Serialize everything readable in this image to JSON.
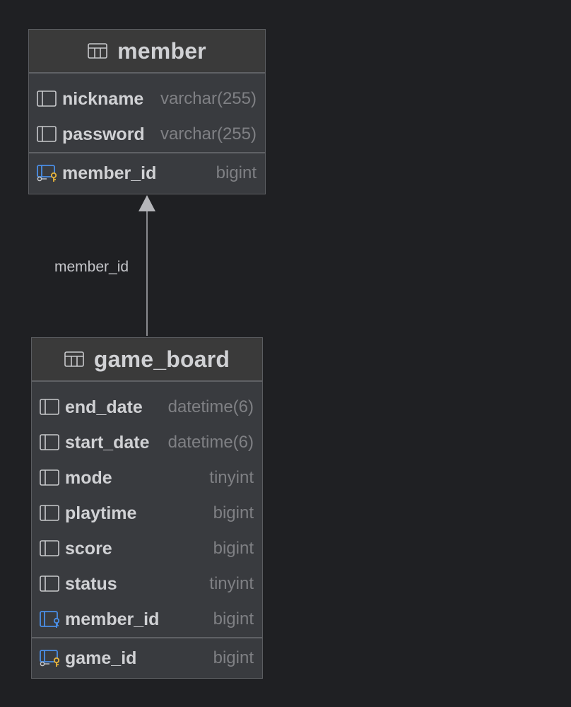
{
  "diagram": {
    "relation": {
      "label": "member_id",
      "from": "game_board",
      "to": "member"
    },
    "tables": [
      {
        "name": "member",
        "icon": "table-icon",
        "columns": [
          {
            "name": "nickname",
            "type": "varchar(255)",
            "icon": "column-icon"
          },
          {
            "name": "password",
            "type": "varchar(255)",
            "icon": "column-icon"
          }
        ],
        "primary_keys": [
          {
            "name": "member_id",
            "type": "bigint",
            "icon": "primary-key-icon"
          }
        ]
      },
      {
        "name": "game_board",
        "icon": "table-icon",
        "columns": [
          {
            "name": "end_date",
            "type": "datetime(6)",
            "icon": "column-icon"
          },
          {
            "name": "start_date",
            "type": "datetime(6)",
            "icon": "column-icon"
          },
          {
            "name": "mode",
            "type": "tinyint",
            "icon": "column-icon"
          },
          {
            "name": "playtime",
            "type": "bigint",
            "icon": "column-icon"
          },
          {
            "name": "score",
            "type": "bigint",
            "icon": "column-icon"
          },
          {
            "name": "status",
            "type": "tinyint",
            "icon": "column-icon"
          },
          {
            "name": "member_id",
            "type": "bigint",
            "icon": "foreign-key-icon"
          }
        ],
        "primary_keys": [
          {
            "name": "game_id",
            "type": "bigint",
            "icon": "primary-key-icon"
          }
        ]
      }
    ]
  },
  "colors": {
    "background": "#1f2023",
    "table_body": "#393b3f",
    "header": "#3a3a3a",
    "key_blue": "#4a8fe8",
    "key_gold": "#e8b43a"
  }
}
